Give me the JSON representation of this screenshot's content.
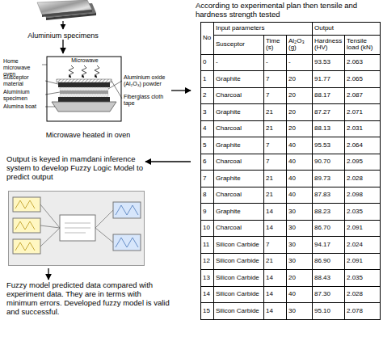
{
  "diagram": {
    "nodes": [
      {
        "text": [
          "Aluminium specimens"
        ]
      },
      {
        "text": [
          "Microwave heated in oven"
        ]
      },
      {
        "text": [
          "According to experimental plan then tensile and hardness strength tested"
        ]
      },
      {
        "text": [
          "Output is keyed in mamdani inference system to develop Fuzzy Logic Model to predict output"
        ]
      },
      {
        "text": [
          "Fuzzy model predicted data compared with experiment data. They are in terms with minimum errors. Developed fuzzy model is valid and successful."
        ]
      }
    ],
    "edges": [
      {
        "from": 0,
        "to": 1,
        "arrow": "to"
      },
      {
        "from": 1,
        "to": 2,
        "arrow": "to"
      },
      {
        "from": 2,
        "to": 3,
        "arrow": "to"
      },
      {
        "from": 3,
        "to": 4,
        "arrow": "to"
      }
    ],
    "labels": [
      "Home microwave oven",
      "Microwave",
      "Susceptor material",
      "Aluminium specimen",
      "Alumina boat",
      "Aluminium oxide (Al₂O₃) powder",
      "Fiberglass cloth tape",
      "No",
      "Input parameters",
      "Output",
      "Susceptor",
      "Time (s)",
      "Al₂O₃ (g)",
      "Hardness (HV)",
      "Tensile load (kN)",
      "0",
      "-",
      "-",
      "-",
      "93.53",
      "2.063",
      "1",
      "Graphite",
      "7",
      "20",
      "91.77",
      "2.065",
      "2",
      "Charcoal",
      "7",
      "20",
      "88.17",
      "2.087",
      "3",
      "Graphite",
      "21",
      "20",
      "87.27",
      "2.071",
      "4",
      "Charcoal",
      "21",
      "20",
      "88.13",
      "2.031",
      "5",
      "Graphite",
      "7",
      "40",
      "95.53",
      "2.064",
      "6",
      "Charcoal",
      "7",
      "40",
      "90.70",
      "2.095",
      "7",
      "Graphite",
      "21",
      "40",
      "89.73",
      "2.028",
      "8",
      "Charcoal",
      "21",
      "40",
      "87.83",
      "2.098",
      "9",
      "Graphite",
      "14",
      "30",
      "88.23",
      "2.035",
      "10",
      "Charcoal",
      "14",
      "30",
      "86.70",
      "2.091",
      "11",
      "Silicon Carbide",
      "7",
      "30",
      "94.17",
      "2.024",
      "12",
      "Silicon Carbide",
      "21",
      "30",
      "86.90",
      "2.091",
      "13",
      "Silicon Carbide",
      "14",
      "20",
      "88.43",
      "2.035",
      "14",
      "Silicon Carbide",
      "14",
      "40",
      "87.30",
      "2.028",
      "15",
      "Silicon Carbide",
      "14",
      "30",
      "95.10",
      "2.078"
    ]
  }
}
